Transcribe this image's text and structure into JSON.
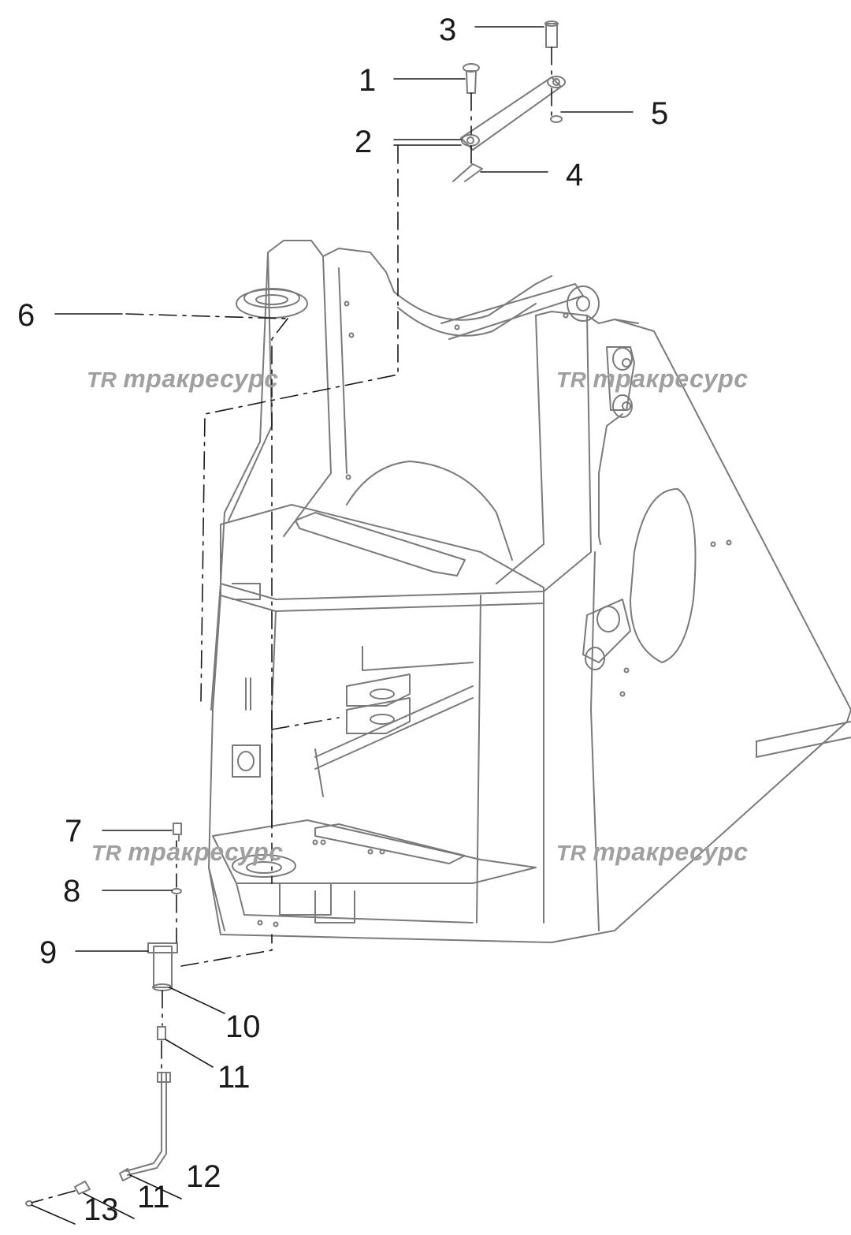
{
  "callouts": {
    "c1": "1",
    "c2": "2",
    "c3": "3",
    "c4": "4",
    "c5": "5",
    "c6": "6",
    "c7": "7",
    "c8": "8",
    "c9": "9",
    "c10": "10",
    "c11a": "11",
    "c11b": "11",
    "c12": "12",
    "c13": "13"
  },
  "watermark": {
    "logo": "TR",
    "text": "тракресурс",
    "color": "#a0a0a0"
  },
  "colors": {
    "outline": "#7a7a7a",
    "leader": "#1a1a1a"
  }
}
